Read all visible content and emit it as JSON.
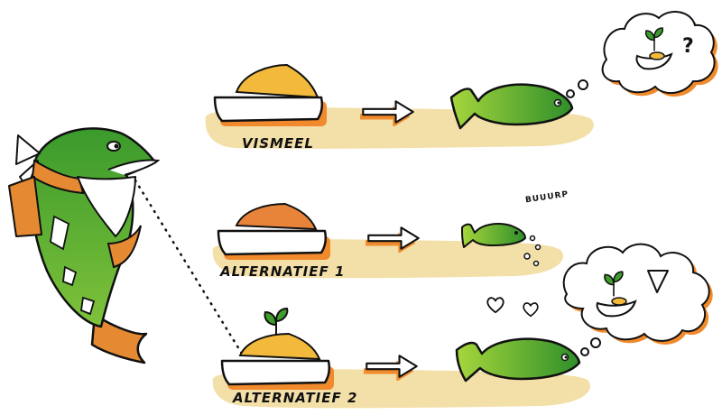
{
  "rows": [
    {
      "label": "VISMEEL",
      "feed_color": "#f2b93b",
      "has_sprout": false,
      "fish_state": "thinking-sustainable"
    },
    {
      "label": "ALTERNATIEF 1",
      "feed_color": "#e8843a",
      "has_sprout": false,
      "fish_state": "small-burping"
    },
    {
      "label": "ALTERNATIEF 2",
      "feed_color": "#f2b93b",
      "has_sprout": true,
      "fish_state": "thinking-sustainable-loved"
    }
  ],
  "burp_text": "BUUURP",
  "colors": {
    "fish_green": "#3f9d2e",
    "fish_light": "#9ccf3a",
    "sand": "#f3dfa8",
    "shadow": "#f08a2c",
    "fin_orange": "#e58a32",
    "outline": "#111111"
  },
  "icons": [
    "chef-fish",
    "feed-bowl",
    "arrow-right",
    "fish",
    "thought-bubble",
    "sprout-in-hand",
    "heart"
  ]
}
